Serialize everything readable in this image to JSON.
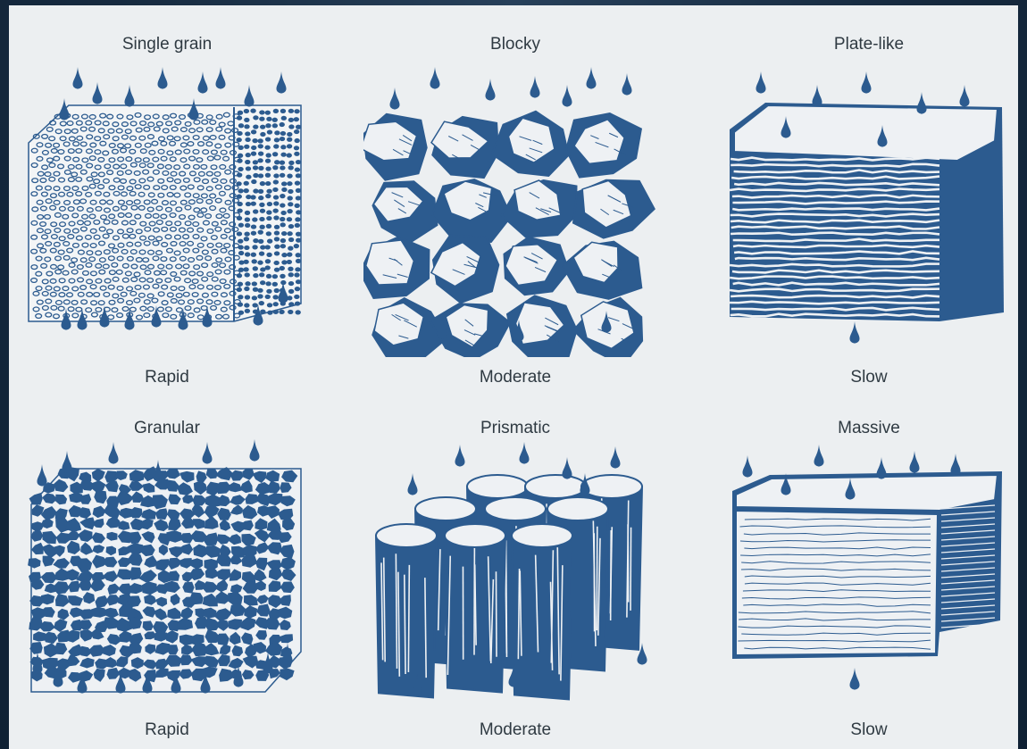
{
  "colors": {
    "ink": "#2c5b8f",
    "panel": "#eceff1",
    "frame": "#152a3f",
    "text": "#2f3a42"
  },
  "cells": [
    {
      "title": "Single grain",
      "rate": "Rapid",
      "icon": "single-grain-illustration"
    },
    {
      "title": "Blocky",
      "rate": "Moderate",
      "icon": "blocky-illustration"
    },
    {
      "title": "Plate-like",
      "rate": "Slow",
      "icon": "plate-like-illustration"
    },
    {
      "title": "Granular",
      "rate": "Rapid",
      "icon": "granular-illustration"
    },
    {
      "title": "Prismatic",
      "rate": "Moderate",
      "icon": "prismatic-illustration"
    },
    {
      "title": "Massive",
      "rate": "Slow",
      "icon": "massive-illustration"
    }
  ]
}
